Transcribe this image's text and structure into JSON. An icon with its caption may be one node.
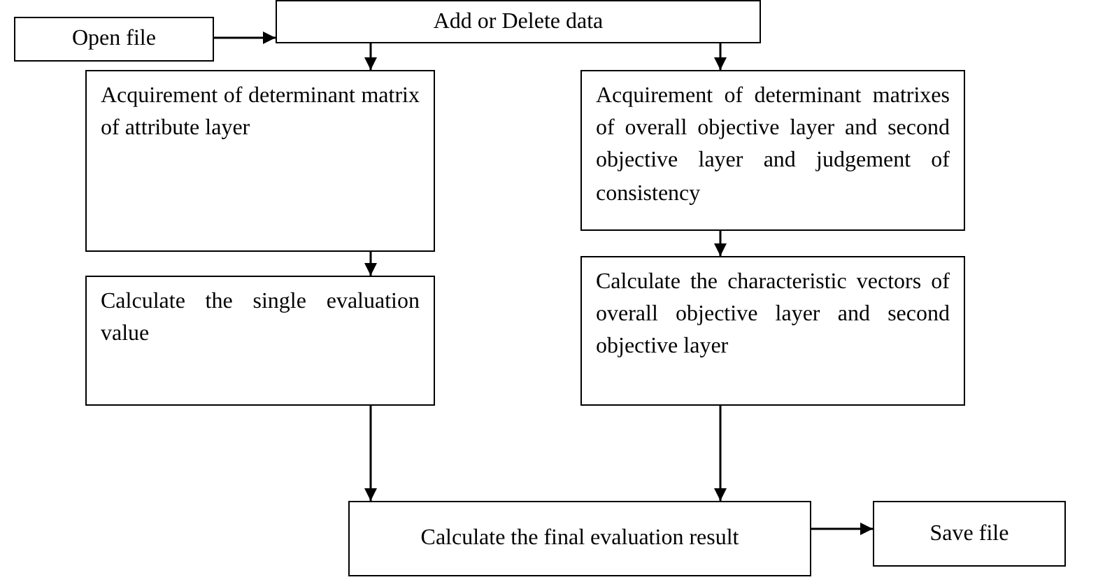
{
  "diagram": {
    "nodes": [
      {
        "text": [
          "Open file"
        ]
      },
      {
        "text": [
          "Add or Delete data"
        ]
      },
      {
        "text": [
          "Acquirement of determinant matrix of attribute layer"
        ]
      },
      {
        "text": [
          "Acquirement of determinant matrixes of overall objective layer and second objective layer and judgement of consistency"
        ]
      },
      {
        "text": [
          "Calculate the single evaluation value"
        ]
      },
      {
        "text": [
          "Calculate the characteristic vectors of overall objective layer and second objective layer"
        ]
      },
      {
        "text": [
          "Calculate the final evaluation result"
        ]
      },
      {
        "text": [
          "Save file"
        ]
      }
    ],
    "edges": [
      {
        "from": 0,
        "to": 1,
        "arrow": "to"
      },
      {
        "from": 1,
        "to": 2,
        "arrow": "to"
      },
      {
        "from": 1,
        "to": 3,
        "arrow": "to"
      },
      {
        "from": 2,
        "to": 4,
        "arrow": "to"
      },
      {
        "from": 3,
        "to": 5,
        "arrow": "to"
      },
      {
        "from": 4,
        "to": 6,
        "arrow": "to"
      },
      {
        "from": 5,
        "to": 6,
        "arrow": "to"
      },
      {
        "from": 6,
        "to": 7,
        "arrow": "to"
      }
    ]
  }
}
